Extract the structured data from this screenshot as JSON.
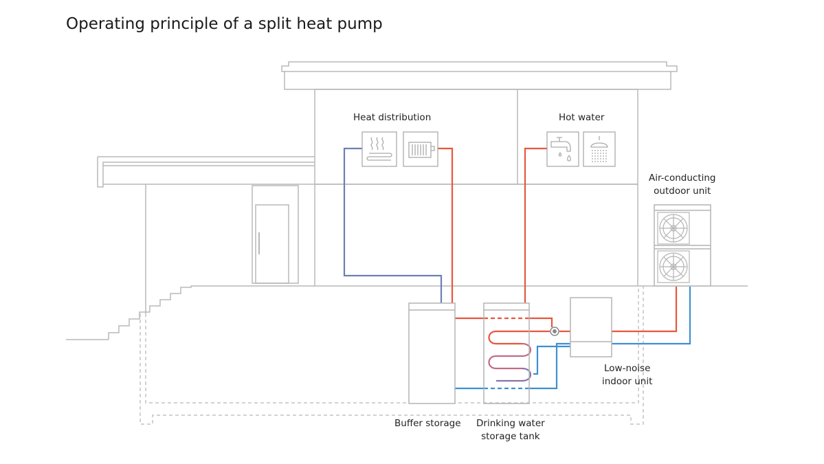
{
  "title": "Operating principle of a split heat pump",
  "labels": {
    "heat_distribution": "Heat distribution",
    "hot_water": "Hot water",
    "outdoor_unit_line1": "Air-conducting",
    "outdoor_unit_line2": "outdoor unit",
    "indoor_unit_line1": "Low-noise",
    "indoor_unit_line2": "indoor unit",
    "buffer_storage": "Buffer storage",
    "drinking_water_line1": "Drinking water",
    "drinking_water_line2": "storage tank"
  },
  "colors": {
    "outline": "#b4b4b4",
    "hot_flow": "#e8553e",
    "cold_return": "#3d8fd1",
    "mixed_return": "#6b7fb5",
    "text": "#222222"
  },
  "icons": [
    "underfloor-heating-icon",
    "radiator-icon",
    "tap-icon",
    "shower-icon",
    "fan-icon",
    "valve-icon"
  ]
}
